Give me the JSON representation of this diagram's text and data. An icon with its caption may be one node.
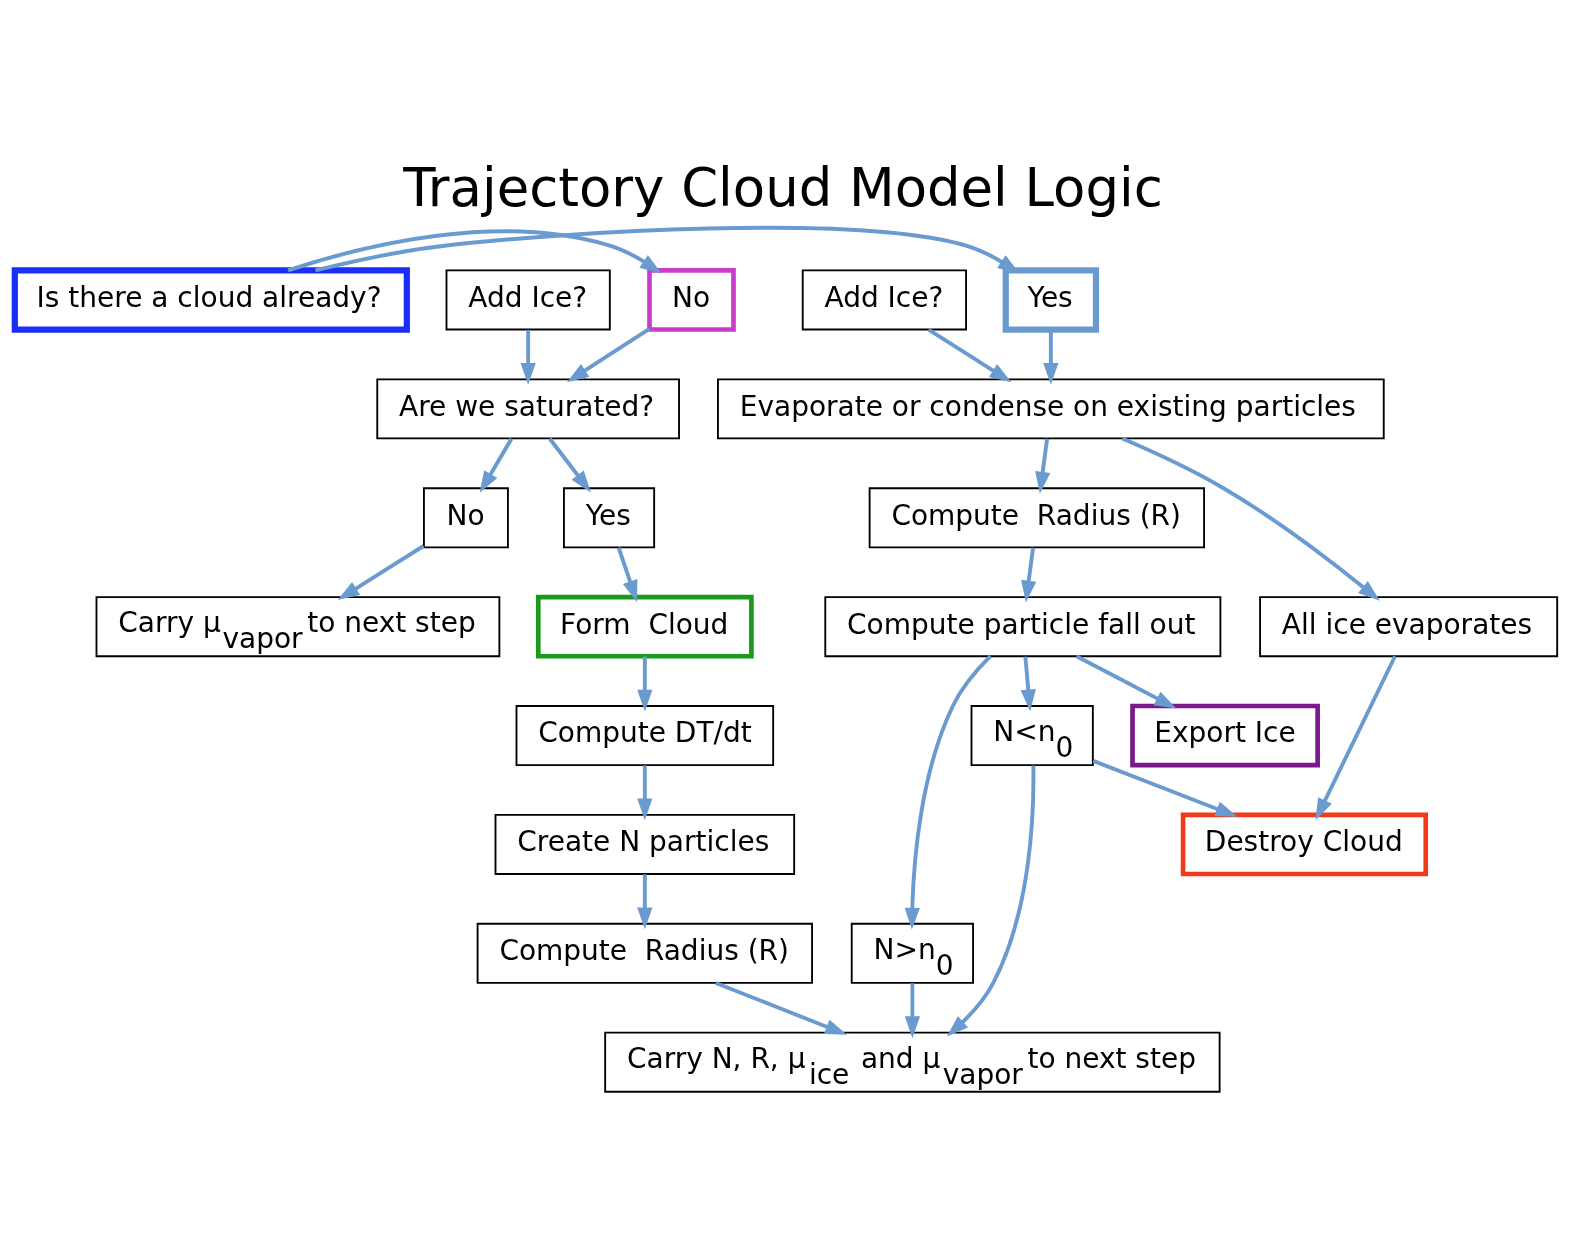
{
  "diagram": {
    "title": "Trajectory Cloud Model Logic",
    "nodes": [
      {
        "text": [
          "Is there a cloud already?"
        ]
      },
      {
        "text": [
          "No"
        ]
      },
      {
        "text": [
          "Yes"
        ]
      },
      {
        "text": [
          "Add Ice?"
        ]
      },
      {
        "text": [
          "Add Ice?"
        ]
      },
      {
        "text": [
          "Are we saturated?"
        ]
      },
      {
        "text": [
          "No"
        ]
      },
      {
        "text": [
          "Yes"
        ]
      },
      {
        "text": [
          "Form  Cloud"
        ]
      },
      {
        "text": [
          "Compute DT/dt"
        ]
      },
      {
        "text": [
          "Create N particles"
        ]
      },
      {
        "text": [
          "Compute  Radius (R)"
        ]
      },
      {
        "text": [
          "Carry μ$_{vapor}$ to next step"
        ]
      },
      {
        "text": [
          "Evaporate or condense on existing particles"
        ]
      },
      {
        "text": [
          "Compute  Radius (R)"
        ]
      },
      {
        "text": [
          "All ice evaporates"
        ]
      },
      {
        "text": [
          "Compute particle fall out"
        ]
      },
      {
        "text": [
          "N>n$_{0}$"
        ]
      },
      {
        "text": [
          "Export Ice"
        ]
      },
      {
        "text": [
          "N<n$_{0}$"
        ]
      },
      {
        "text": [
          "Destroy Cloud"
        ]
      },
      {
        "text": [
          "Carry N, R, μ$_{ice}$ and μ$_{vapor}$ to next step"
        ]
      }
    ],
    "edges": [
      {
        "from": 0,
        "to": 1,
        "arrow": "to"
      },
      {
        "from": 0,
        "to": 2,
        "arrow": "to"
      },
      {
        "from": 3,
        "to": 5,
        "arrow": "to"
      },
      {
        "from": 1,
        "to": 5,
        "arrow": "to"
      },
      {
        "from": 5,
        "to": 6,
        "arrow": "to"
      },
      {
        "from": 5,
        "to": 7,
        "arrow": "to"
      },
      {
        "from": 7,
        "to": 8,
        "arrow": "to"
      },
      {
        "from": 8,
        "to": 9,
        "arrow": "to"
      },
      {
        "from": 9,
        "to": 10,
        "arrow": "to"
      },
      {
        "from": 10,
        "to": 11,
        "arrow": "to"
      },
      {
        "from": 6,
        "to": 12,
        "arrow": "to"
      },
      {
        "from": 11,
        "to": 21,
        "arrow": "to"
      },
      {
        "from": 2,
        "to": 13,
        "arrow": "to"
      },
      {
        "from": 4,
        "to": 13,
        "arrow": "to"
      },
      {
        "from": 13,
        "to": 14,
        "arrow": "to"
      },
      {
        "from": 13,
        "to": 15,
        "arrow": "to"
      },
      {
        "from": 14,
        "to": 16,
        "arrow": "to"
      },
      {
        "from": 15,
        "to": 20,
        "arrow": "to"
      },
      {
        "from": 16,
        "to": 17,
        "arrow": "to"
      },
      {
        "from": 16,
        "to": 18,
        "arrow": "to"
      },
      {
        "from": 16,
        "to": 19,
        "arrow": "to"
      },
      {
        "from": 17,
        "to": 21,
        "arrow": "to"
      },
      {
        "from": 19,
        "to": 20,
        "arrow": "to"
      },
      {
        "from": 19,
        "to": 21,
        "arrow": "to"
      }
    ]
  }
}
